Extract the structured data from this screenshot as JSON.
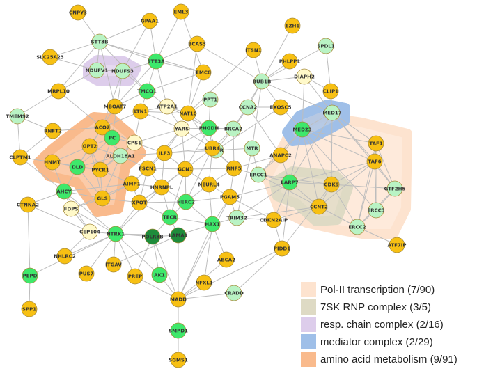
{
  "colors": {
    "edge": "#bdbdbd",
    "node_stroke": "#a58a3a",
    "gold": "#f7c013",
    "light_green": "#b9f3c4",
    "green": "#3ee86b",
    "dark_green": "#1e8c3b",
    "cream": "#fff9c9",
    "pol2": "#fde3cf",
    "sk7": "#dedac4",
    "resp": "#ddcdeb",
    "mediator": "#9fbfe8",
    "aa": "#f9ba8c"
  },
  "nodes": [
    {
      "id": "CNPY3",
      "color": "gold"
    },
    {
      "id": "GPAA1",
      "color": "gold"
    },
    {
      "id": "EML3",
      "color": "gold"
    },
    {
      "id": "EZH1",
      "color": "gold"
    },
    {
      "id": "STT3B",
      "color": "light_green"
    },
    {
      "id": "SPDL1",
      "color": "light_green"
    },
    {
      "id": "SLC25A23",
      "color": "gold"
    },
    {
      "id": "BCAS3",
      "color": "gold"
    },
    {
      "id": "ITSN1",
      "color": "gold"
    },
    {
      "id": "PHLPP1",
      "color": "gold"
    },
    {
      "id": "STT3A",
      "color": "green"
    },
    {
      "id": "NDUFV1",
      "color": "light_green"
    },
    {
      "id": "NDUFS3",
      "color": "light_green"
    },
    {
      "id": "EMC8",
      "color": "gold"
    },
    {
      "id": "DIAPH2",
      "color": "cream"
    },
    {
      "id": "BUB1B",
      "color": "light_green"
    },
    {
      "id": "MRPL10",
      "color": "gold"
    },
    {
      "id": "CLIP1",
      "color": "gold"
    },
    {
      "id": "TMCO1",
      "color": "green"
    },
    {
      "id": "MBOAT7",
      "color": "gold"
    },
    {
      "id": "ATP2A1",
      "color": "cream"
    },
    {
      "id": "PPT1",
      "color": "light_green"
    },
    {
      "id": "CCNA2",
      "color": "light_green"
    },
    {
      "id": "EXOSC5",
      "color": "gold"
    },
    {
      "id": "MED17",
      "color": "light_green"
    },
    {
      "id": "TMEM92",
      "color": "light_green"
    },
    {
      "id": "LTN1",
      "color": "gold"
    },
    {
      "id": "NAT10",
      "color": "gold"
    },
    {
      "id": "RNFT2",
      "color": "gold"
    },
    {
      "id": "ACO2",
      "color": "gold"
    },
    {
      "id": "PHGDH",
      "color": "green"
    },
    {
      "id": "BRCA2",
      "color": "light_green"
    },
    {
      "id": "MED23",
      "color": "green"
    },
    {
      "id": "YARS",
      "color": "cream"
    },
    {
      "id": "PC",
      "color": "green"
    },
    {
      "id": "GPT2",
      "color": "gold"
    },
    {
      "id": "CPS1",
      "color": "cream"
    },
    {
      "id": "ADAR",
      "color": "light_green"
    },
    {
      "id": "MTR",
      "color": "light_green"
    },
    {
      "id": "TAF1",
      "color": "gold"
    },
    {
      "id": "CLPTM1",
      "color": "gold"
    },
    {
      "id": "HNMT",
      "color": "gold"
    },
    {
      "id": "ALDH18A1",
      "color": "light_green"
    },
    {
      "id": "UBR4",
      "color": "gold"
    },
    {
      "id": "ANAPC2",
      "color": "gold"
    },
    {
      "id": "DLD",
      "color": "green"
    },
    {
      "id": "PYCR1",
      "color": "gold"
    },
    {
      "id": "ILF3",
      "color": "gold"
    },
    {
      "id": "RNF5",
      "color": "gold"
    },
    {
      "id": "TAF6",
      "color": "gold"
    },
    {
      "id": "FSCN1",
      "color": "gold"
    },
    {
      "id": "GCN1",
      "color": "gold"
    },
    {
      "id": "ERCC1",
      "color": "light_green"
    },
    {
      "id": "AIMP1",
      "color": "gold"
    },
    {
      "id": "AHCY",
      "color": "green"
    },
    {
      "id": "NEURL4",
      "color": "gold"
    },
    {
      "id": "LARP7",
      "color": "green"
    },
    {
      "id": "CDK9",
      "color": "gold"
    },
    {
      "id": "GTF2H5",
      "color": "light_green"
    },
    {
      "id": "HNRNPL",
      "color": "gold"
    },
    {
      "id": "GLS",
      "color": "gold"
    },
    {
      "id": "CTNNA2",
      "color": "gold"
    },
    {
      "id": "FDPS",
      "color": "cream"
    },
    {
      "id": "XPOT",
      "color": "gold"
    },
    {
      "id": "HERC2",
      "color": "green"
    },
    {
      "id": "PGAM5",
      "color": "gold"
    },
    {
      "id": "CCNT2",
      "color": "gold"
    },
    {
      "id": "ERCC3",
      "color": "light_green"
    },
    {
      "id": "TECR",
      "color": "green"
    },
    {
      "id": "TRIM32",
      "color": "light_green"
    },
    {
      "id": "CDKN2AIP",
      "color": "gold"
    },
    {
      "id": "CEP104",
      "color": "cream"
    },
    {
      "id": "NTRK1",
      "color": "green"
    },
    {
      "id": "POLR3B",
      "color": "dark_green"
    },
    {
      "id": "LAMA1",
      "color": "dark_green"
    },
    {
      "id": "HAX1",
      "color": "green"
    },
    {
      "id": "ERCC2",
      "color": "light_green"
    },
    {
      "id": "ATF7IP",
      "color": "gold"
    },
    {
      "id": "NHLRC2",
      "color": "gold"
    },
    {
      "id": "PIDD1",
      "color": "gold"
    },
    {
      "id": "ABCA2",
      "color": "gold"
    },
    {
      "id": "PUS7",
      "color": "gold"
    },
    {
      "id": "ITGAV",
      "color": "gold"
    },
    {
      "id": "PEPD",
      "color": "green"
    },
    {
      "id": "PREP",
      "color": "gold"
    },
    {
      "id": "AK1",
      "color": "green"
    },
    {
      "id": "NFXL1",
      "color": "gold"
    },
    {
      "id": "MADD",
      "color": "gold"
    },
    {
      "id": "CRADD",
      "color": "light_green"
    },
    {
      "id": "SPP1",
      "color": "gold"
    },
    {
      "id": "SMPD1",
      "color": "green"
    },
    {
      "id": "SGMS1",
      "color": "gold"
    }
  ],
  "edges": [
    [
      "CNPY3",
      "STT3B"
    ],
    [
      "GPAA1",
      "STT3B"
    ],
    [
      "GPAA1",
      "STT3A"
    ],
    [
      "GPAA1",
      "NDUFS3"
    ],
    [
      "STT3B",
      "STT3A"
    ],
    [
      "STT3B",
      "TMCO1"
    ],
    [
      "STT3B",
      "NDUFV1"
    ],
    [
      "STT3B",
      "MRPL10"
    ],
    [
      "STT3B",
      "SLC25A23"
    ],
    [
      "STT3B",
      "MBOAT7"
    ],
    [
      "STT3B",
      "EMC8"
    ],
    [
      "SLC25A23",
      "NDUFV1"
    ],
    [
      "EML3",
      "STT3A"
    ],
    [
      "EML3",
      "EMC8"
    ],
    [
      "BCAS3",
      "STT3A"
    ],
    [
      "BCAS3",
      "NAT10"
    ],
    [
      "BCAS3",
      "BUB1B"
    ],
    [
      "NDUFV1",
      "NDUFS3"
    ],
    [
      "NDUFV1",
      "MRPL10"
    ],
    [
      "NDUFS3",
      "TMCO1"
    ],
    [
      "NDUFS3",
      "STT3A"
    ],
    [
      "NDUFS3",
      "ACO2"
    ],
    [
      "NDUFS3",
      "PC"
    ],
    [
      "STT3A",
      "TMCO1"
    ],
    [
      "STT3A",
      "EMC8"
    ],
    [
      "STT3A",
      "ATP2A1"
    ],
    [
      "STT3A",
      "MBOAT7"
    ],
    [
      "EMC8",
      "TMCO1"
    ],
    [
      "EMC8",
      "NAT10"
    ],
    [
      "TMCO1",
      "LTN1"
    ],
    [
      "TMCO1",
      "ATP2A1"
    ],
    [
      "MBOAT7",
      "ACO2"
    ],
    [
      "MBOAT7",
      "TMCO1"
    ],
    [
      "EZH1",
      "BUB1B"
    ],
    [
      "SPDL1",
      "BUB1B"
    ],
    [
      "SPDL1",
      "CLIP1"
    ],
    [
      "ITSN1",
      "BUB1B"
    ],
    [
      "ITSN1",
      "NAT10"
    ],
    [
      "PHLPP1",
      "BUB1B"
    ],
    [
      "BUB1B",
      "DIAPH2"
    ],
    [
      "BUB1B",
      "CCNA2"
    ],
    [
      "BUB1B",
      "EXOSC5"
    ],
    [
      "BUB1B",
      "MTR"
    ],
    [
      "BUB1B",
      "BRCA2"
    ],
    [
      "BUB1B",
      "MED17"
    ],
    [
      "DIAPH2",
      "MED17"
    ],
    [
      "DIAPH2",
      "CLIP1"
    ],
    [
      "DIAPH2",
      "MED23"
    ],
    [
      "CLIP1",
      "MED17"
    ],
    [
      "MED17",
      "MED23"
    ],
    [
      "MED17",
      "TAF1"
    ],
    [
      "MED17",
      "TAF6"
    ],
    [
      "MED17",
      "CDK9"
    ],
    [
      "MED17",
      "LARP7"
    ],
    [
      "MED17",
      "GTF2H5"
    ],
    [
      "MED23",
      "TAF1"
    ],
    [
      "MED23",
      "TAF6"
    ],
    [
      "MED23",
      "CDK9"
    ],
    [
      "MED23",
      "CCNT2"
    ],
    [
      "MED23",
      "ANAPC2"
    ],
    [
      "MED23",
      "ERCC1"
    ],
    [
      "MED23",
      "LARP7"
    ],
    [
      "MED23",
      "ERCC3"
    ],
    [
      "TAF1",
      "TAF6"
    ],
    [
      "TAF1",
      "GTF2H5"
    ],
    [
      "TAF1",
      "ERCC3"
    ],
    [
      "TAF1",
      "ERCC2"
    ],
    [
      "TAF6",
      "CDK9"
    ],
    [
      "TAF6",
      "ERCC3"
    ],
    [
      "TAF6",
      "ERCC2"
    ],
    [
      "TAF6",
      "GTF2H5"
    ],
    [
      "TAF6",
      "CCNT2"
    ],
    [
      "TAF6",
      "LARP7"
    ],
    [
      "CDK9",
      "LARP7"
    ],
    [
      "CDK9",
      "CCNT2"
    ],
    [
      "LARP7",
      "CCNT2"
    ],
    [
      "CDK9",
      "ERCC2"
    ],
    [
      "CDK9",
      "GTF2H5"
    ],
    [
      "CCNT2",
      "ERCC2"
    ],
    [
      "ERCC2",
      "ERCC3"
    ],
    [
      "ERCC3",
      "GTF2H5"
    ],
    [
      "ERCC2",
      "ATF7IP"
    ],
    [
      "ERCC2",
      "GTF2H5"
    ],
    [
      "CCNA2",
      "BRCA2"
    ],
    [
      "CCNA2",
      "EXOSC5"
    ],
    [
      "EXOSC5",
      "MED23"
    ],
    [
      "EXOSC5",
      "ADAR"
    ],
    [
      "BRCA2",
      "ADAR"
    ],
    [
      "BRCA2",
      "RNF5"
    ],
    [
      "BRCA2",
      "UBR4"
    ],
    [
      "BRCA2",
      "CCNA2"
    ],
    [
      "MTR",
      "ADAR"
    ],
    [
      "MTR",
      "ERCC1"
    ],
    [
      "ERCC1",
      "LARP7"
    ],
    [
      "ERCC1",
      "CDK9"
    ],
    [
      "ERCC1",
      "ERCC2"
    ],
    [
      "ANAPC2",
      "ERCC1"
    ],
    [
      "ANAPC2",
      "LARP7"
    ],
    [
      "ANAPC2",
      "RNF5"
    ],
    [
      "ANAPC2",
      "CCNA2"
    ],
    [
      "PPT1",
      "NAT10"
    ],
    [
      "PPT1",
      "PHGDH"
    ],
    [
      "NAT10",
      "LTN1"
    ],
    [
      "NAT10",
      "PHGDH"
    ],
    [
      "NAT10",
      "YARS"
    ],
    [
      "NAT10",
      "UBR4"
    ],
    [
      "NAT10",
      "ATP2A1"
    ],
    [
      "LTN1",
      "ACO2"
    ],
    [
      "LTN1",
      "CPS1"
    ],
    [
      "LTN1",
      "ATP2A1"
    ],
    [
      "LTN1",
      "YARS"
    ],
    [
      "ATP2A1",
      "PHGDH"
    ],
    [
      "ATP2A1",
      "YARS"
    ],
    [
      "TMEM92",
      "MRPL10"
    ],
    [
      "TMEM92",
      "RNFT2"
    ],
    [
      "TMEM92",
      "CLPTM1"
    ],
    [
      "RNFT2",
      "ACO2"
    ],
    [
      "RNFT2",
      "CLPTM1"
    ],
    [
      "MRPL10",
      "ACO2"
    ],
    [
      "CLPTM1",
      "HNMT"
    ],
    [
      "CLPTM1",
      "AHCY"
    ],
    [
      "ACO2",
      "PC"
    ],
    [
      "ACO2",
      "GPT2"
    ],
    [
      "ACO2",
      "DLD"
    ],
    [
      "ACO2",
      "CPS1"
    ],
    [
      "ACO2",
      "ALDH18A1"
    ],
    [
      "PC",
      "GPT2"
    ],
    [
      "PC",
      "DLD"
    ],
    [
      "PC",
      "CPS1"
    ],
    [
      "PC",
      "PYCR1"
    ],
    [
      "PC",
      "ALDH18A1"
    ],
    [
      "PC",
      "ACO2"
    ],
    [
      "GPT2",
      "HNMT"
    ],
    [
      "GPT2",
      "DLD"
    ],
    [
      "GPT2",
      "PYCR1"
    ],
    [
      "GPT2",
      "GLS"
    ],
    [
      "GPT2",
      "ALDH18A1"
    ],
    [
      "HNMT",
      "DLD"
    ],
    [
      "HNMT",
      "PYCR1"
    ],
    [
      "HNMT",
      "AHCY"
    ],
    [
      "DLD",
      "PYCR1"
    ],
    [
      "DLD",
      "AHCY"
    ],
    [
      "DLD",
      "GLS"
    ],
    [
      "DLD",
      "ALDH18A1"
    ],
    [
      "PYCR1",
      "ALDH18A1"
    ],
    [
      "PYCR1",
      "GLS"
    ],
    [
      "PYCR1",
      "CPS1"
    ],
    [
      "PYCR1",
      "AIMP1"
    ],
    [
      "ALDH18A1",
      "CPS1"
    ],
    [
      "ALDH18A1",
      "ILF3"
    ],
    [
      "ALDH18A1",
      "FSCN1"
    ],
    [
      "ALDH18A1",
      "GLS"
    ],
    [
      "CPS1",
      "ILF3"
    ],
    [
      "CPS1",
      "YARS"
    ],
    [
      "GLS",
      "AHCY"
    ],
    [
      "GLS",
      "AIMP1"
    ],
    [
      "GLS",
      "FDPS"
    ],
    [
      "GLS",
      "XPOT"
    ],
    [
      "AHCY",
      "FDPS"
    ],
    [
      "AHCY",
      "CTNNA2"
    ],
    [
      "AHCY",
      "AIMP1"
    ],
    [
      "AHCY",
      "CEP104"
    ],
    [
      "AHCY",
      "NTRK1"
    ],
    [
      "PHGDH",
      "UBR4"
    ],
    [
      "PHGDH",
      "YARS"
    ],
    [
      "PHGDH",
      "ADAR"
    ],
    [
      "PHGDH",
      "ILF3"
    ],
    [
      "PHGDH",
      "GCN1"
    ],
    [
      "PHGDH",
      "BRCA2"
    ],
    [
      "YARS",
      "ILF3"
    ],
    [
      "YARS",
      "GCN1"
    ],
    [
      "YARS",
      "UBR4"
    ],
    [
      "YARS",
      "FSCN1"
    ],
    [
      "UBR4",
      "GCN1"
    ],
    [
      "UBR4",
      "ILF3"
    ],
    [
      "UBR4",
      "RNF5"
    ],
    [
      "UBR4",
      "NEURL4"
    ],
    [
      "UBR4",
      "HERC2"
    ],
    [
      "UBR4",
      "ADAR"
    ],
    [
      "ILF3",
      "GCN1"
    ],
    [
      "ILF3",
      "FSCN1"
    ],
    [
      "ILF3",
      "HNRNPL"
    ],
    [
      "ILF3",
      "ADAR"
    ],
    [
      "ILF3",
      "AIMP1"
    ],
    [
      "GCN1",
      "FSCN1"
    ],
    [
      "GCN1",
      "RNF5"
    ],
    [
      "GCN1",
      "NEURL4"
    ],
    [
      "GCN1",
      "HNRNPL"
    ],
    [
      "GCN1",
      "HERC2"
    ],
    [
      "GCN1",
      "XPOT"
    ],
    [
      "GCN1",
      "TECR"
    ],
    [
      "FSCN1",
      "AIMP1"
    ],
    [
      "FSCN1",
      "HNRNPL"
    ],
    [
      "FSCN1",
      "XPOT"
    ],
    [
      "AIMP1",
      "XPOT"
    ],
    [
      "AIMP1",
      "HNRNPL"
    ],
    [
      "AIMP1",
      "FDPS"
    ],
    [
      "HNRNPL",
      "XPOT"
    ],
    [
      "HNRNPL",
      "HERC2"
    ],
    [
      "HNRNPL",
      "TECR"
    ],
    [
      "HNRNPL",
      "NTRK1"
    ],
    [
      "RNF5",
      "NEURL4"
    ],
    [
      "RNF5",
      "ADAR"
    ],
    [
      "RNF5",
      "PGAM5"
    ],
    [
      "RNF5",
      "ERCC1"
    ],
    [
      "NEURL4",
      "HERC2"
    ],
    [
      "NEURL4",
      "PGAM5"
    ],
    [
      "NEURL4",
      "HAX1"
    ],
    [
      "HERC2",
      "PGAM5"
    ],
    [
      "HERC2",
      "TECR"
    ],
    [
      "HERC2",
      "HAX1"
    ],
    [
      "HERC2",
      "XPOT"
    ],
    [
      "PGAM5",
      "TRIM32"
    ],
    [
      "PGAM5",
      "HAX1"
    ],
    [
      "PGAM5",
      "CDKN2AIP"
    ],
    [
      "PGAM5",
      "LARP7"
    ],
    [
      "PGAM5",
      "MADD"
    ],
    [
      "TRIM32",
      "HAX1"
    ],
    [
      "TRIM32",
      "CDKN2AIP"
    ],
    [
      "TRIM32",
      "LARP7"
    ],
    [
      "TRIM32",
      "CCNT2"
    ],
    [
      "TRIM32",
      "MTR"
    ],
    [
      "CDKN2AIP",
      "LARP7"
    ],
    [
      "CDKN2AIP",
      "CCNT2"
    ],
    [
      "CDKN2AIP",
      "PIDD1"
    ],
    [
      "PIDD1",
      "MADD"
    ],
    [
      "PIDD1",
      "LARP7"
    ],
    [
      "PIDD1",
      "CDK9"
    ],
    [
      "XPOT",
      "TECR"
    ],
    [
      "XPOT",
      "NTRK1"
    ],
    [
      "TECR",
      "LAMA1"
    ],
    [
      "TECR",
      "POLR3B"
    ],
    [
      "TECR",
      "HAX1"
    ],
    [
      "NTRK1",
      "POLR3B"
    ],
    [
      "NTRK1",
      "ITGAV"
    ],
    [
      "NTRK1",
      "PREP"
    ],
    [
      "NTRK1",
      "PUS7"
    ],
    [
      "NTRK1",
      "NHLRC2"
    ],
    [
      "NTRK1",
      "CEP104"
    ],
    [
      "NTRK1",
      "AK1"
    ],
    [
      "NTRK1",
      "LAMA1"
    ],
    [
      "NTRK1",
      "HNRNPL"
    ],
    [
      "NTRK1",
      "FDPS"
    ],
    [
      "POLR3B",
      "LAMA1"
    ],
    [
      "POLR3B",
      "AK1"
    ],
    [
      "POLR3B",
      "MADD"
    ],
    [
      "POLR3B",
      "PREP"
    ],
    [
      "LAMA1",
      "HAX1"
    ],
    [
      "LAMA1",
      "MADD"
    ],
    [
      "LAMA1",
      "ITGAV"
    ],
    [
      "HAX1",
      "ABCA2"
    ],
    [
      "HAX1",
      "NFXL1"
    ],
    [
      "HAX1",
      "MADD"
    ],
    [
      "ABCA2",
      "MADD"
    ],
    [
      "NFXL1",
      "MADD"
    ],
    [
      "AK1",
      "MADD"
    ],
    [
      "PREP",
      "MADD"
    ],
    [
      "MADD",
      "CRADD"
    ],
    [
      "MADD",
      "SMPD1"
    ],
    [
      "SMPD1",
      "SGMS1"
    ],
    [
      "CRADD",
      "PIDD1"
    ],
    [
      "PEPD",
      "SPP1"
    ],
    [
      "PEPD",
      "NTRK1"
    ],
    [
      "PEPD",
      "CTNNA2"
    ],
    [
      "CEP104",
      "FDPS"
    ],
    [
      "CTNNA2",
      "CEP104"
    ],
    [
      "NHLRC2",
      "CEP104"
    ]
  ],
  "legend": [
    {
      "label": "Pol-II transcription (7/90)",
      "color": "pol2"
    },
    {
      "label": "7SK RNP complex (3/5)",
      "color": "sk7"
    },
    {
      "label": "resp. chain complex (2/16)",
      "color": "resp"
    },
    {
      "label": "mediator complex (2/29)",
      "color": "mediator"
    },
    {
      "label": "amino acid metabolism (9/91)",
      "color": "aa"
    }
  ]
}
